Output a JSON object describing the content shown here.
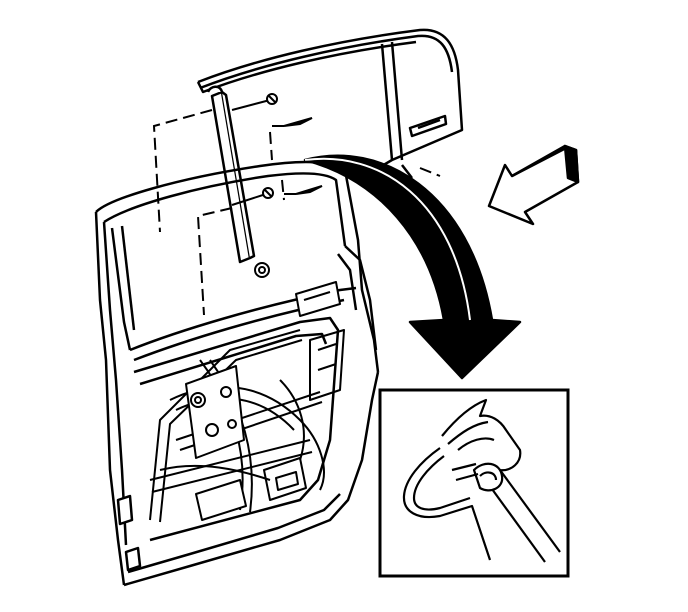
{
  "diagram": {
    "colors": {
      "line": "#000000",
      "background": "#ffffff"
    },
    "parts": [
      "rear-door-frame",
      "window-glass",
      "window-channel-run",
      "window-regulator",
      "fastener-bolts",
      "detail-inset"
    ],
    "icons": [
      "view-direction-arrow",
      "curved-callout-arrow",
      "dashed-leader-lines"
    ]
  }
}
